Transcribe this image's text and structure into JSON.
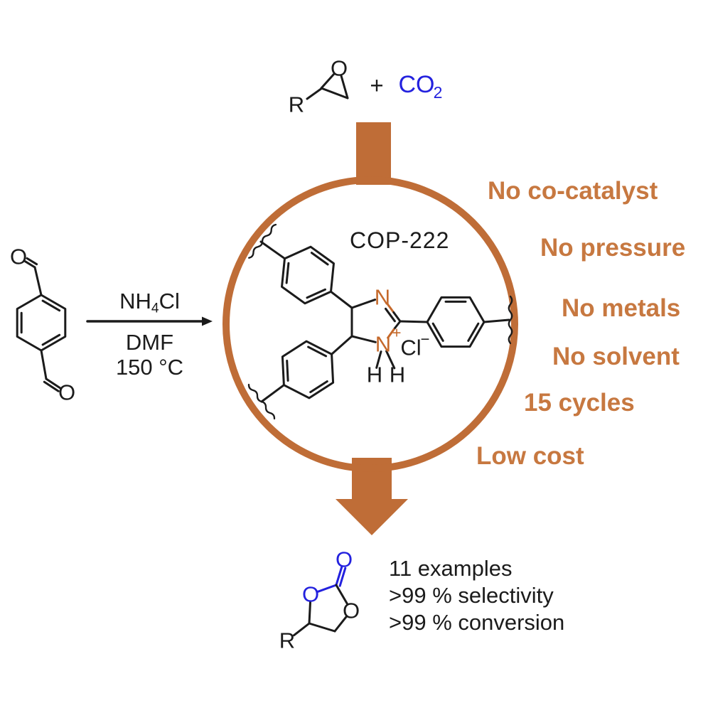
{
  "colors": {
    "orange_shapes": "#bf6d37",
    "orange_feature_text": "#c77840",
    "orange_nitrogen": "#c5692b",
    "blue": "#2321de",
    "black": "#1b1b1b",
    "background": "#ffffff"
  },
  "top_reaction": {
    "substituent": "R",
    "epoxide_oxygen": "O",
    "plus": "+",
    "co2_main": "CO",
    "co2_subscript": "2"
  },
  "monomer": {
    "aldehyde_o_top": "O",
    "aldehyde_o_bottom": "O"
  },
  "conditions": {
    "reagent_main": "NH",
    "reagent_subscript": "4",
    "reagent_tail": "Cl",
    "solvent": "DMF",
    "temperature": "150 °C"
  },
  "catalyst": {
    "name": "COP-222",
    "n_top": "N",
    "n_bottom": "N",
    "n_charge": "+",
    "h_left": "H",
    "h_right": "H",
    "anion": "Cl",
    "anion_charge": "−"
  },
  "features": [
    "No co-catalyst",
    "No pressure",
    "No metals",
    "No solvent",
    "15 cycles",
    "Low cost"
  ],
  "product": {
    "carbonyl_oxygen": "O",
    "ring_oxygen_left": "O",
    "ring_oxygen_right": "O",
    "substituent": "R"
  },
  "results": [
    "11 examples",
    ">99 % selectivity",
    ">99 % conversion"
  ]
}
